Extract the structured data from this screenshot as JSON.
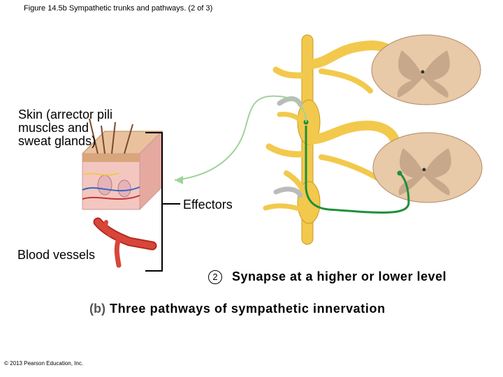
{
  "figure": {
    "title": "Figure 14.5b Sympathetic trunks and pathways. (2 of 3)"
  },
  "labels": {
    "skin": "Skin (arrector pili muscles and sweat glands)",
    "effectors": "Effectors",
    "blood_vessels": "Blood vessels",
    "step_number": "2",
    "synapse": "Synapse at a higher or lower level",
    "panel_letter": "(b)",
    "panel_caption": "Three pathways of sympathetic innervation"
  },
  "footer": {
    "copyright": "© 2013 Pearson Education, Inc."
  },
  "colors": {
    "nerve_yellow": "#f2c94c",
    "nerve_outline": "#c99a22",
    "spinal_cord_outer": "#e8c9a8",
    "spinal_cord_grey": "#c8a88a",
    "neuron_green": "#1f8f3a",
    "pathway_light_green": "#9fd39a",
    "blood_vessel_red": "#d23a2e",
    "bracket": "#000000"
  }
}
